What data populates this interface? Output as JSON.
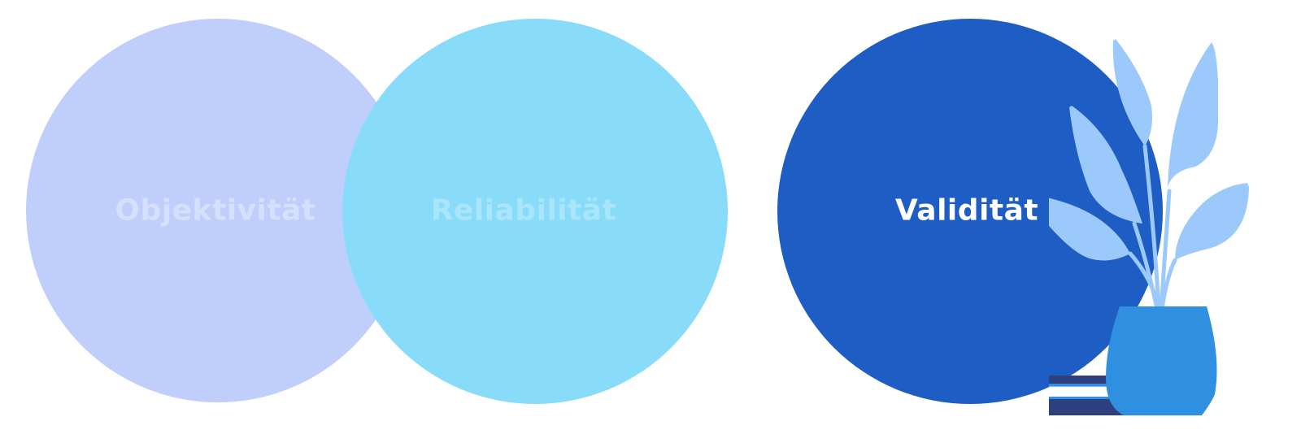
{
  "diagram": {
    "circles": [
      {
        "id": "objektivitaet",
        "label": "Objektivität",
        "color": "#c0cefb",
        "label_color": "#d5e0fd"
      },
      {
        "id": "reliabilitaet",
        "label": "Reliabilität",
        "color": "#88dbf9",
        "label_color": "#a9e6fa"
      },
      {
        "id": "validitaet",
        "label": "Validität",
        "color": "#1e5ec4",
        "label_color": "#ffffff"
      }
    ]
  },
  "illustration": {
    "name": "plant-pot-with-books",
    "colors": {
      "leaf": "#9bc9fb",
      "pot": "#2f8fe0",
      "book_dark": "#2d3f7d",
      "book_light": "#ffffff",
      "book_accent": "#2f8fe0"
    }
  }
}
